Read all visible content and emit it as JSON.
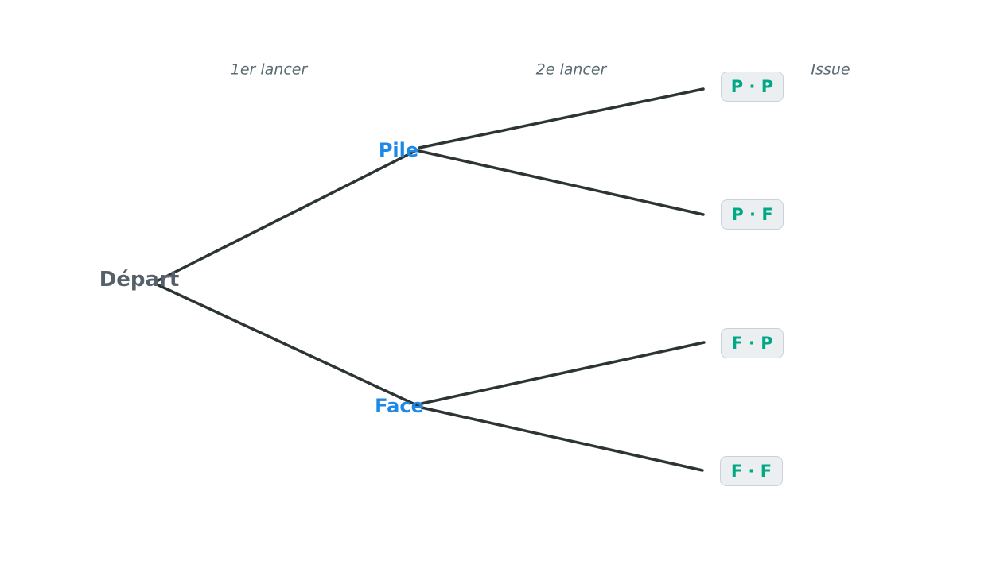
{
  "diagram": {
    "type": "probability-tree",
    "columns": [
      {
        "label": "1er lancer"
      },
      {
        "label": "2e lancer"
      },
      {
        "label": "Issue"
      }
    ],
    "root": {
      "label": "Départ"
    },
    "branches": [
      {
        "label": "Pile"
      },
      {
        "label": "Face"
      }
    ],
    "outcomes": [
      {
        "label": "P · P"
      },
      {
        "label": "P · F"
      },
      {
        "label": "F · P"
      },
      {
        "label": "F · F"
      }
    ]
  },
  "colors": {
    "line": "#2d3436",
    "root-label": "#55606a",
    "column-label": "#5b6b72",
    "branch-label": "#1e88e5",
    "outcome-text": "#00a884",
    "outcome-bg": "#eceff1",
    "outcome-border": "#c8d2d8"
  }
}
